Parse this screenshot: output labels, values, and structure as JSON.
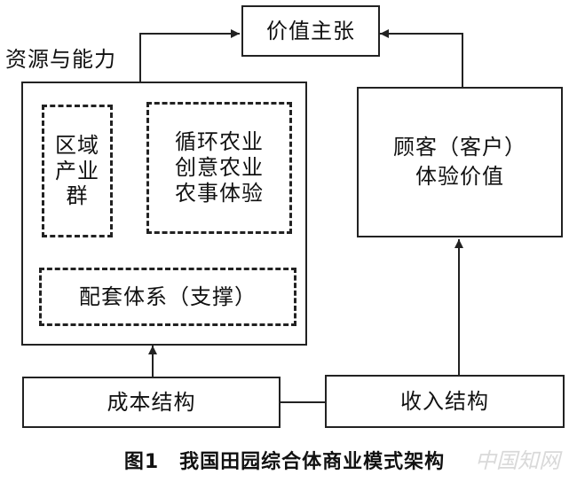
{
  "nodes": {
    "value_proposition": "价值主张",
    "resources_label": "资源与能力",
    "regional_cluster": [
      "区域",
      "产业",
      "群"
    ],
    "agri_types": [
      "循环农业",
      "创意农业",
      "农事体验"
    ],
    "support_system": "配套体系（支撑）",
    "customer_value": [
      "顾客（客户）",
      "体验价值"
    ],
    "cost_structure": "成本结构",
    "revenue_structure": "收入结构"
  },
  "caption": "图1　我国田园综合体商业模式架构",
  "watermark": "中国知网"
}
